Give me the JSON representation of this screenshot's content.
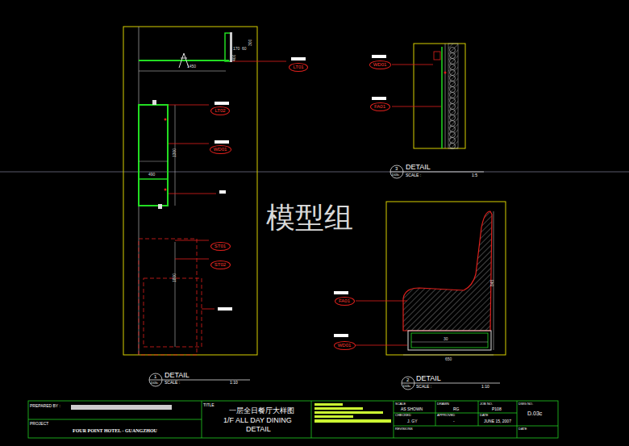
{
  "diagram": {
    "title": "一层全日餐厅大样图",
    "nodes": [
      {
        "text": [
          "LT01"
        ]
      },
      {
        "text": [
          "LT02"
        ]
      },
      {
        "text": [
          "WD01"
        ]
      },
      {
        "text": [
          "ST01"
        ]
      },
      {
        "text": [
          "ST02"
        ]
      },
      {
        "text": [
          "WD01"
        ]
      },
      {
        "text": [
          "FA01"
        ]
      },
      {
        "text": [
          "FA01"
        ]
      },
      {
        "text": [
          "WD01"
        ]
      }
    ],
    "labels": [
      "模型组",
      "DETAIL",
      "SCALE :",
      "1:10",
      "1",
      "D03c",
      "DETAIL",
      "SCALE :",
      "1:5",
      "3",
      "D03c",
      "DETAIL",
      "SCALE :",
      "1:10",
      "2",
      "D03c",
      "1450",
      "170",
      "60",
      "300",
      "400",
      "1300",
      "490",
      "1800",
      "30",
      "845",
      "650",
      "PREPARED BY :",
      "PROJECT",
      "FOUR POINT HOTEL - GUANGZHOU",
      "TITLE",
      "1/F ALL DAY DINING",
      "DETAIL",
      "SCALE",
      "AS SHOWN",
      "DRAWN",
      "RG",
      "JOB NO.",
      "P108",
      "DWG NO.",
      "D.03c",
      "CHECKED",
      "J. GY",
      "APPROVED",
      "-",
      "DATE",
      "JUNE 15, 2007",
      "REVISIONS",
      "DATE"
    ]
  }
}
